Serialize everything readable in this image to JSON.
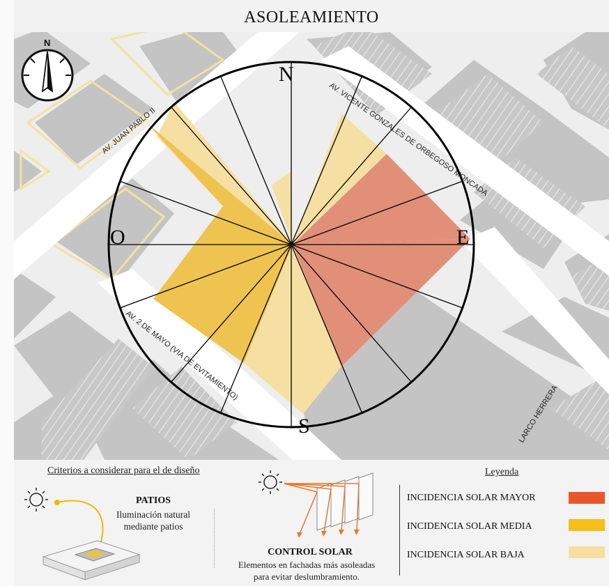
{
  "title": "ASOLEAMIENTO",
  "compass": {
    "north_badge": "N",
    "icon": "north-arrow-icon"
  },
  "rose": {
    "n": "N",
    "s": "S",
    "e": "E",
    "o": "O"
  },
  "streets": {
    "juan_pablo": "AV. JUAN PABLO II",
    "vicente": "AV. VICENTE GONZALES DE ORBEGOSO MONCADA",
    "dos_mayo": "AV. 2 DE MAYO (VIA DE EVITAMIENTO)",
    "larco": "LARCO HERRERA"
  },
  "criteria": {
    "heading": "Criterios a considerar para el de diseño",
    "patios_title": "PATIOS",
    "patios_desc_1": "Iluminación natural",
    "patios_desc_2": "mediante patios",
    "control_title": "CONTROL SOLAR",
    "control_desc_1": "Elementos en fachadas más asoleadas",
    "control_desc_2": "para evitar deslumbramiento."
  },
  "legend": {
    "heading": "Leyenda",
    "items": [
      {
        "label": "INCIDENCIA SOLAR MAYOR",
        "color": "#e8562c"
      },
      {
        "label": "INCIDENCIA SOLAR MEDIA",
        "color": "#f5be19"
      },
      {
        "label": "INCIDENCIA SOLAR BAJA",
        "color": "#f7dfa2"
      }
    ]
  },
  "colors": {
    "block": "#c4c4c4",
    "street": "#ffffff",
    "building_outline": "#f3e6a4",
    "major": "#e18f79",
    "medium": "#efc34f",
    "low": "#f5dfa2"
  },
  "icons": [
    "sun-icon",
    "patio-icon",
    "sun-shade-icon",
    "facade-panels-icon"
  ]
}
